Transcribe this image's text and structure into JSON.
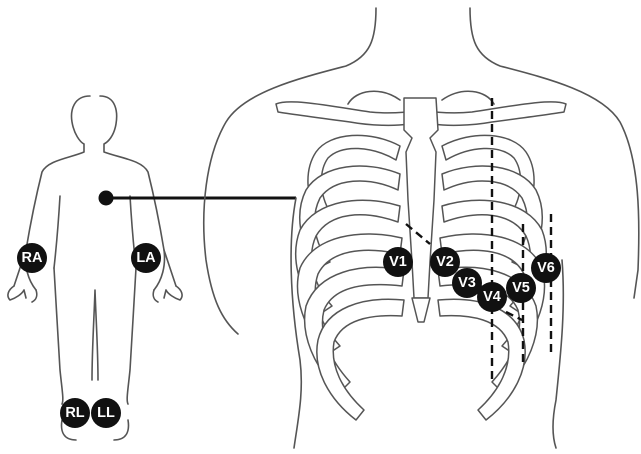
{
  "electrodes": {
    "ra": "RA",
    "la": "LA",
    "rl": "RL",
    "ll": "LL",
    "v1": "V1",
    "v2": "V2",
    "v3": "V3",
    "v4": "V4",
    "v5": "V5",
    "v6": "V6"
  },
  "colors": {
    "electrode_fill": "#111111",
    "electrode_text": "#ffffff",
    "outline": "#555555",
    "guide_lines": "#111111"
  }
}
